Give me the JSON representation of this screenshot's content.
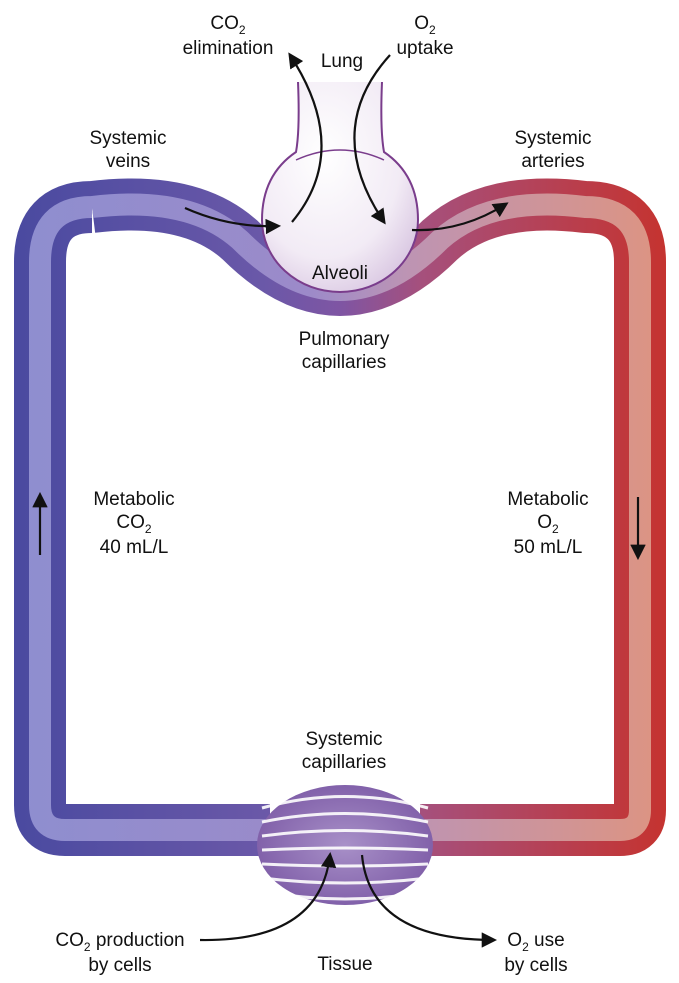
{
  "labels": {
    "co2_elimination": {
      "line1_main": "CO",
      "line1_sub": "2",
      "line2": "elimination"
    },
    "o2_uptake": {
      "line1_main": "O",
      "line1_sub": "2",
      "line2": "uptake"
    },
    "lung": "Lung",
    "systemic_veins": {
      "line1": "Systemic",
      "line2": "veins"
    },
    "systemic_arteries": {
      "line1": "Systemic",
      "line2": "arteries"
    },
    "alveoli": "Alveoli",
    "pulmonary_capillaries": {
      "line1": "Pulmonary",
      "line2": "capillaries"
    },
    "metabolic_co2": {
      "line1": "Metabolic",
      "line2_main": "CO",
      "line2_sub": "2",
      "line3": "40 mL/L"
    },
    "metabolic_o2": {
      "line1": "Metabolic",
      "line2_main": "O",
      "line2_sub": "2",
      "line3": "50 mL/L"
    },
    "systemic_capillaries": {
      "line1": "Systemic",
      "line2": "capillaries"
    },
    "co2_production": {
      "line1_main": "CO",
      "line1_sub": "2",
      "line1_rest": " production",
      "line2": "by cells"
    },
    "tissue": "Tissue",
    "o2_use": {
      "line1_main": "O",
      "line1_sub": "2",
      "line1_rest": " use",
      "line2": "by cells"
    }
  },
  "colors": {
    "venous": "#4f4fa3",
    "venous_light": "#8a8acd",
    "mixed": "#7a5aa6",
    "arterial": "#c73a37",
    "arterial_light": "#df9a8a",
    "lung_outline": "#7a3d8c",
    "lung_fill": "#efe7f3",
    "tissue": "#8a6aae",
    "arrow": "#111111"
  }
}
